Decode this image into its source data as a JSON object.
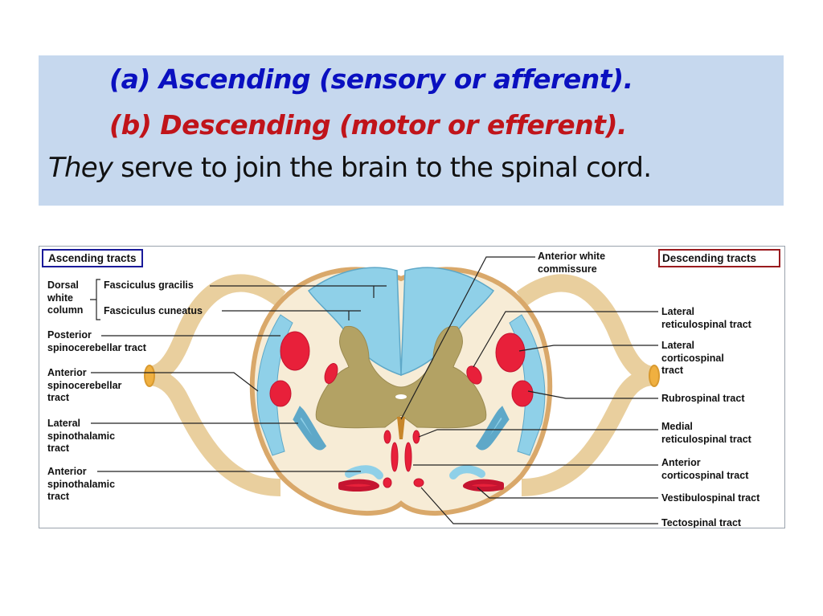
{
  "banner": {
    "line_a": "(a) Ascending (sensory or afferent).",
    "line_b": "(b) Descending (motor or efferent).",
    "line_c_italic": "They",
    "line_c_rest": " serve to join the brain to the spinal cord.",
    "colors": {
      "background": "#c6d8ee",
      "ascending": "#0a10c0",
      "descending": "#c0141a"
    }
  },
  "figure": {
    "ascending_title": "Ascending tracts",
    "descending_title": "Descending tracts",
    "ascending_labels": {
      "group_dorsal": [
        "Dorsal",
        "white",
        "column"
      ],
      "fasciculus_gracilis": "Fasciculus gracilis",
      "fasciculus_cuneatus": "Fasciculus cuneatus",
      "posterior_spinocerebellar": [
        "Posterior",
        "spinocerebellar tract"
      ],
      "anterior_spinocerebellar": [
        "Anterior",
        "spinocerebellar",
        "tract"
      ],
      "lateral_spinothalamic": [
        "Lateral",
        "spinothalamic",
        "tract"
      ],
      "anterior_spinothalamic": [
        "Anterior",
        "spinothalamic",
        "tract"
      ]
    },
    "descending_labels": {
      "anterior_white_commissure": [
        "Anterior white",
        "commissure"
      ],
      "lateral_reticulospinal": [
        "Lateral",
        "reticulospinal tract"
      ],
      "lateral_corticospinal": [
        "Lateral",
        "corticospinal",
        "tract"
      ],
      "rubrospinal": "Rubrospinal tract",
      "medial_reticulospinal": [
        "Medial",
        "reticulospinal tract"
      ],
      "anterior_corticospinal": [
        "Anterior",
        "corticospinal tract"
      ],
      "vestibulospinal": "Vestibulospinal tract",
      "tectospinal": "Tectospinal tract"
    },
    "colors": {
      "ascending_tract": "#8fd0e8",
      "descending_tract": "#e8203a",
      "gray_matter": "#b3a264",
      "white_matter": "#f7ecd6",
      "nerve": "#ecd2a4"
    }
  }
}
